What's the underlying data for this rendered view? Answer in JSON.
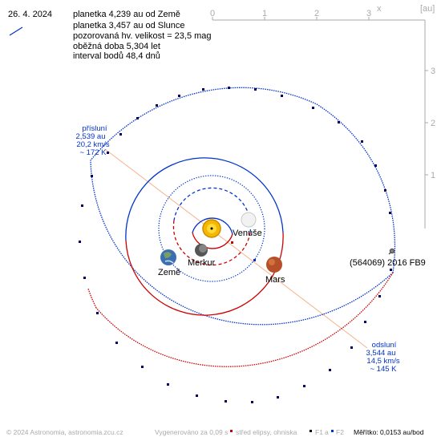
{
  "header": {
    "date": "26. 4. 2024",
    "info_lines": [
      "planetka 4,239 au od Země",
      "planetka 3,457 au od Slunce",
      "pozorovaná hv. velikost = 23,5 mag",
      "oběžná doba 5,304 let",
      "interval bodů 48,4 dnů"
    ]
  },
  "axes": {
    "x_unit": "x",
    "y_unit": "[au]",
    "x_ticks": [
      "0",
      "1",
      "2",
      "3"
    ],
    "y_ticks": [
      "3",
      "2",
      "1"
    ]
  },
  "perihelion": {
    "title": "přísluní",
    "distance": "2,539 au",
    "speed": "20,2 km/s",
    "temperature": "~ 172 K"
  },
  "aphelion": {
    "title": "odsluní",
    "distance": "3,544 au",
    "speed": "14,5 km/s",
    "temperature": "~ 145 K"
  },
  "bodies": {
    "asteroid": "(564069) 2016 FB9",
    "venus": "Venuše",
    "mercury": "Merkur",
    "earth": "Země",
    "mars": "Mars"
  },
  "footer": {
    "copyright": "© 2024 Astronomia, astronomia.zcu.cz",
    "generated": "Vygenerováno za 0,09 s",
    "ellipse_legend": "střed elipsy, ohniska",
    "f1_label": "F1",
    "and_label": "a",
    "f2_label": "F2",
    "scale": "Měřítko: 0,0153 au/bod"
  },
  "colors": {
    "orbit_above": "#cc0000",
    "orbit_below": "#0033cc",
    "label_blue": "#0033cc",
    "apsides_line": "#f3b48a",
    "axis_gray": "#aaaaaa",
    "footer_gray": "#aaaaaa"
  }
}
